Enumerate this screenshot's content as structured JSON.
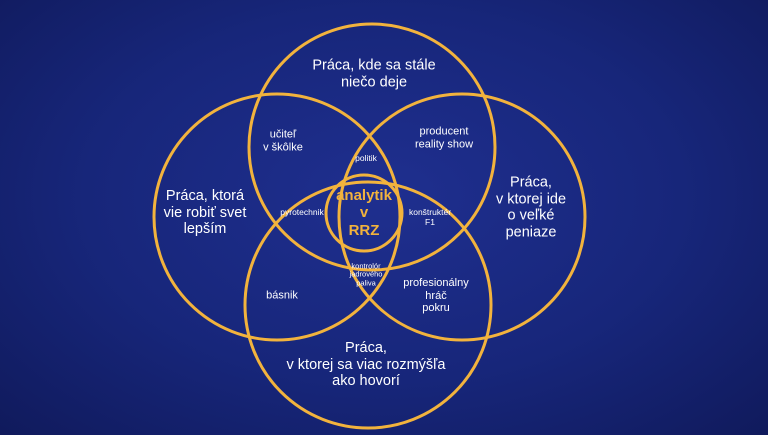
{
  "colors": {
    "ring": "#f2b33d",
    "text": "#ffffff",
    "highlight": "#f2b33d"
  },
  "labels": {
    "top": "Práca, kde sa stále\nniečo deje",
    "left": "Práca, ktorá\nvie robiť svet\nlepším",
    "right": "Práca,\nv ktorej ide\no veľké\npeniaze",
    "bottom": "Práca,\nv ktorej sa viac rozmýšľa\nako hovorí",
    "top_left": "učiteľ\nv škôlke",
    "top_right": "producent\nreality show",
    "bottom_left": "básnik",
    "bottom_right": "profesionálny\nhráč\npokru",
    "top_center": "politik",
    "left_center": "pyrotechnik",
    "right_center": "konštruktér\nF1",
    "bottom_center": "kontrolór\njadrového\npaliva",
    "center": "analytik\nv\nRRZ"
  }
}
